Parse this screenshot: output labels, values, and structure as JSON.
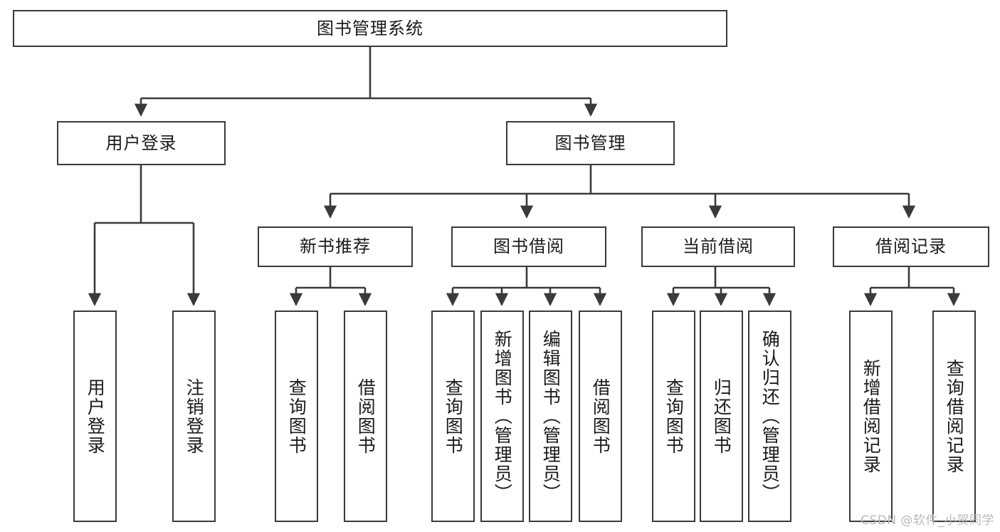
{
  "diagram": {
    "title": "图书管理系统",
    "type": "tree-hierarchy",
    "watermark": "CSDN @软件_小贺同学",
    "colors": {
      "stroke": "#3a3a3a",
      "fill": "#ffffff",
      "text": "#1a1a1a",
      "watermark": "#b9b9b9"
    },
    "root": {
      "label": "图书管理系统"
    },
    "level2": [
      {
        "label": "用户登录"
      },
      {
        "label": "图书管理"
      }
    ],
    "level3": [
      {
        "label": "新书推荐"
      },
      {
        "label": "图书借阅"
      },
      {
        "label": "当前借阅"
      },
      {
        "label": "借阅记录"
      }
    ],
    "leaves": {
      "user_login": [
        {
          "label": "用户登录"
        },
        {
          "label": "注销登录"
        }
      ],
      "new_book": [
        {
          "label": "查询图书"
        },
        {
          "label": "借阅图书"
        }
      ],
      "book_borrow": [
        {
          "label": "查询图书"
        },
        {
          "label": "新增图书（管理员）"
        },
        {
          "label": "编辑图书（管理员）"
        },
        {
          "label": "借阅图书"
        }
      ],
      "current_borrow": [
        {
          "label": "查询图书"
        },
        {
          "label": "归还图书"
        },
        {
          "label": "确认归还（管理员）"
        }
      ],
      "borrow_record": [
        {
          "label": "新增借阅记录"
        },
        {
          "label": "查询借阅记录"
        }
      ]
    }
  }
}
